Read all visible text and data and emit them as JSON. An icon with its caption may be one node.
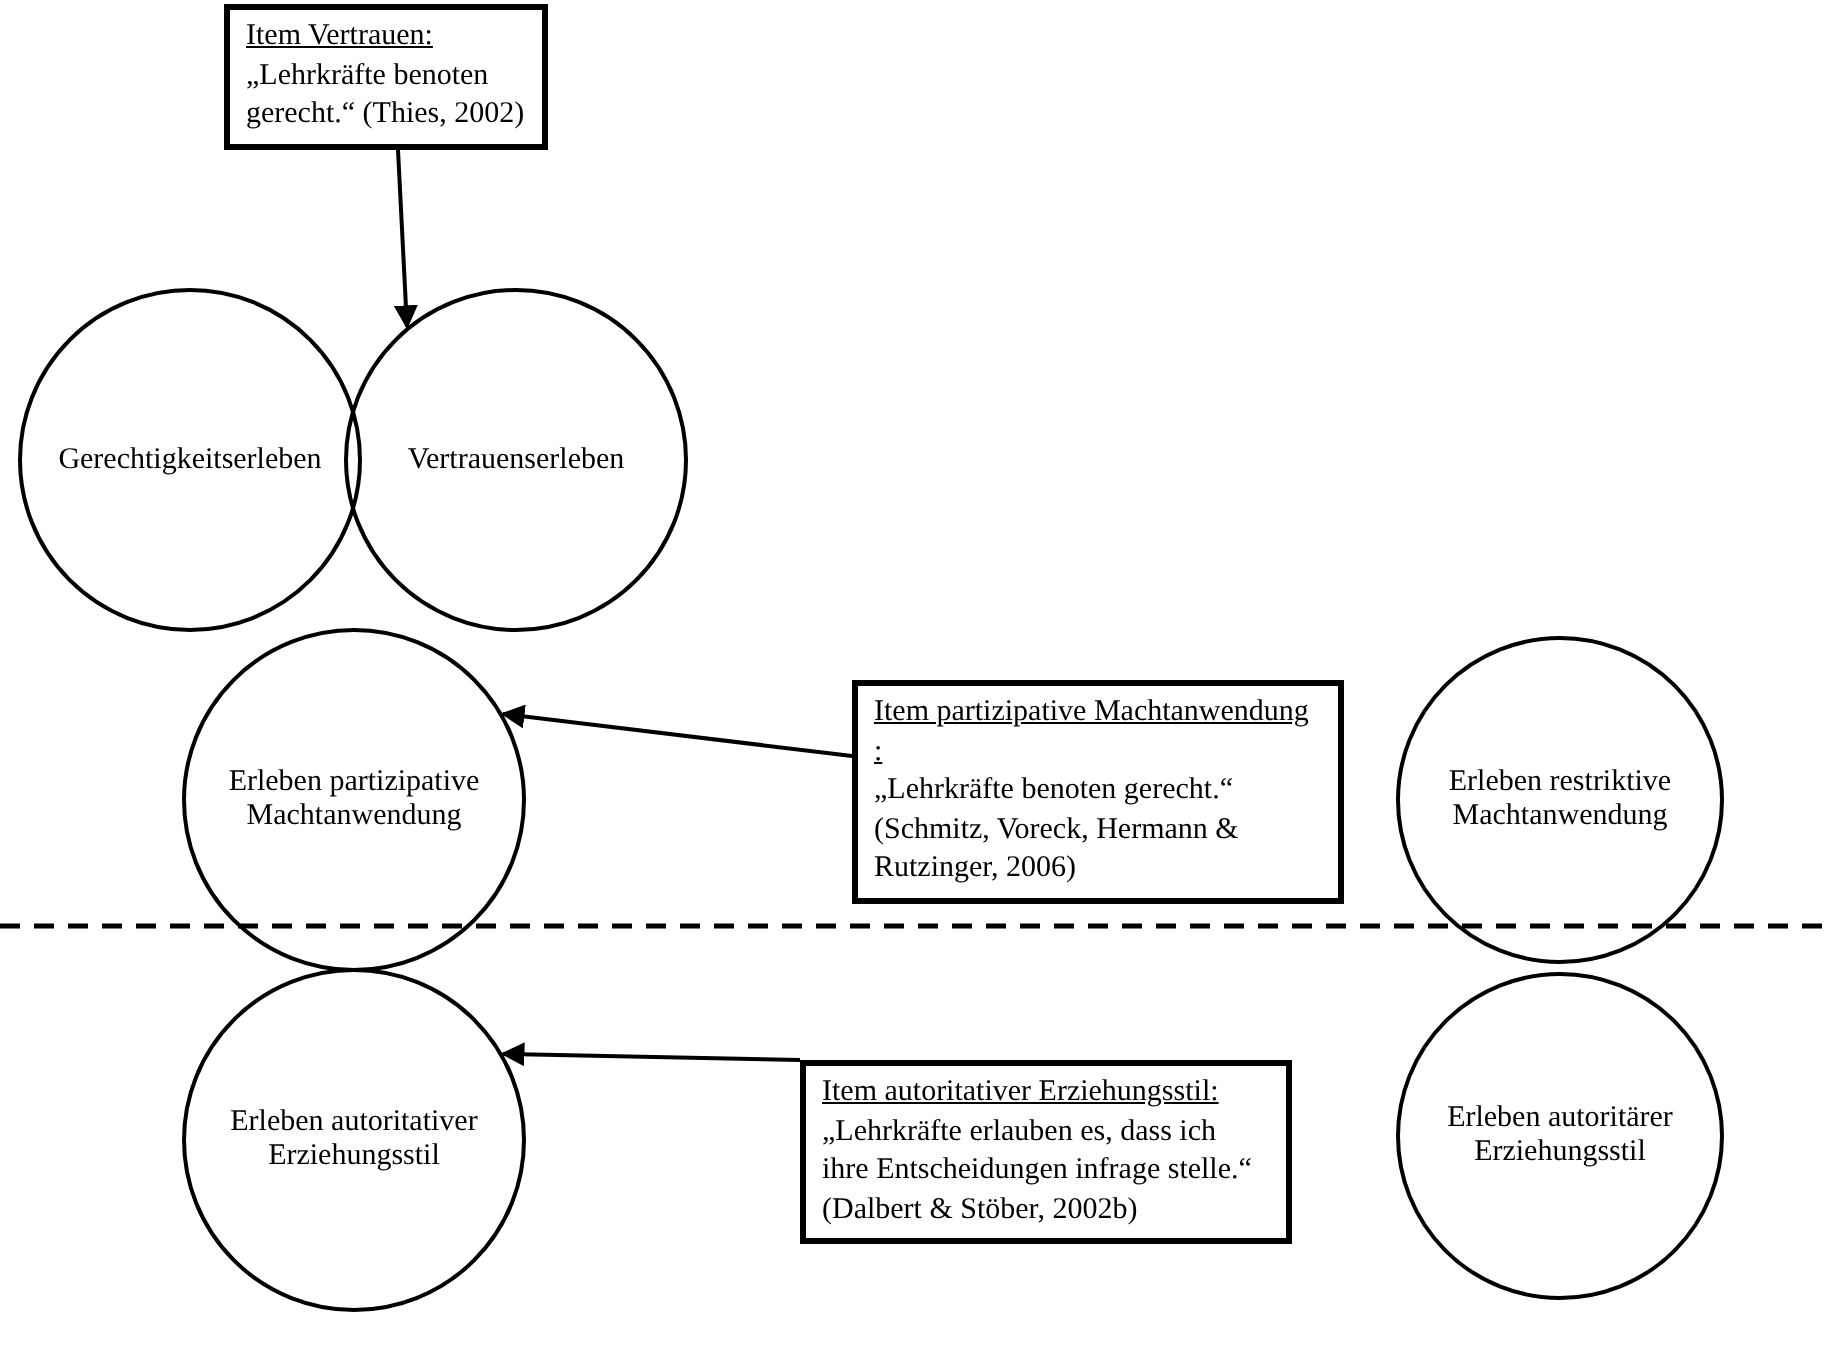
{
  "diagram": {
    "nodes": [
      {
        "text": [
          "Item Vertrauen:",
          "„Lehrkräfte benoten gerecht.“ (Thies, 2002)"
        ]
      },
      {
        "text": [
          "Gerechtigkeitserleben"
        ]
      },
      {
        "text": [
          "Vertrauenserleben"
        ]
      },
      {
        "text": [
          "Erleben partizipative Machtanwendung"
        ]
      },
      {
        "text": [
          "Item partizipative Machtanwendung :",
          "„Lehrkräfte benoten gerecht.“ (Schmitz, Voreck, Hermann & Rutzinger, 2006)"
        ]
      },
      {
        "text": [
          "Erleben restriktive Machtanwendung"
        ]
      },
      {
        "text": [
          "Erleben autoritativer Erziehungsstil"
        ]
      },
      {
        "text": [
          "Item autoritativer Erziehungsstil:",
          "„Lehrkräfte erlauben es, dass ich ihre Entscheidungen infrage stelle.“ (Dalbert & Stöber, 2002b)"
        ]
      },
      {
        "text": [
          "Erleben autoritärer Erziehungsstil"
        ]
      }
    ],
    "edges": [
      {
        "from": 0,
        "to": 2,
        "arrow": "to"
      },
      {
        "from": 4,
        "to": 3,
        "arrow": "to"
      },
      {
        "from": 7,
        "to": 6,
        "arrow": "to"
      }
    ]
  }
}
